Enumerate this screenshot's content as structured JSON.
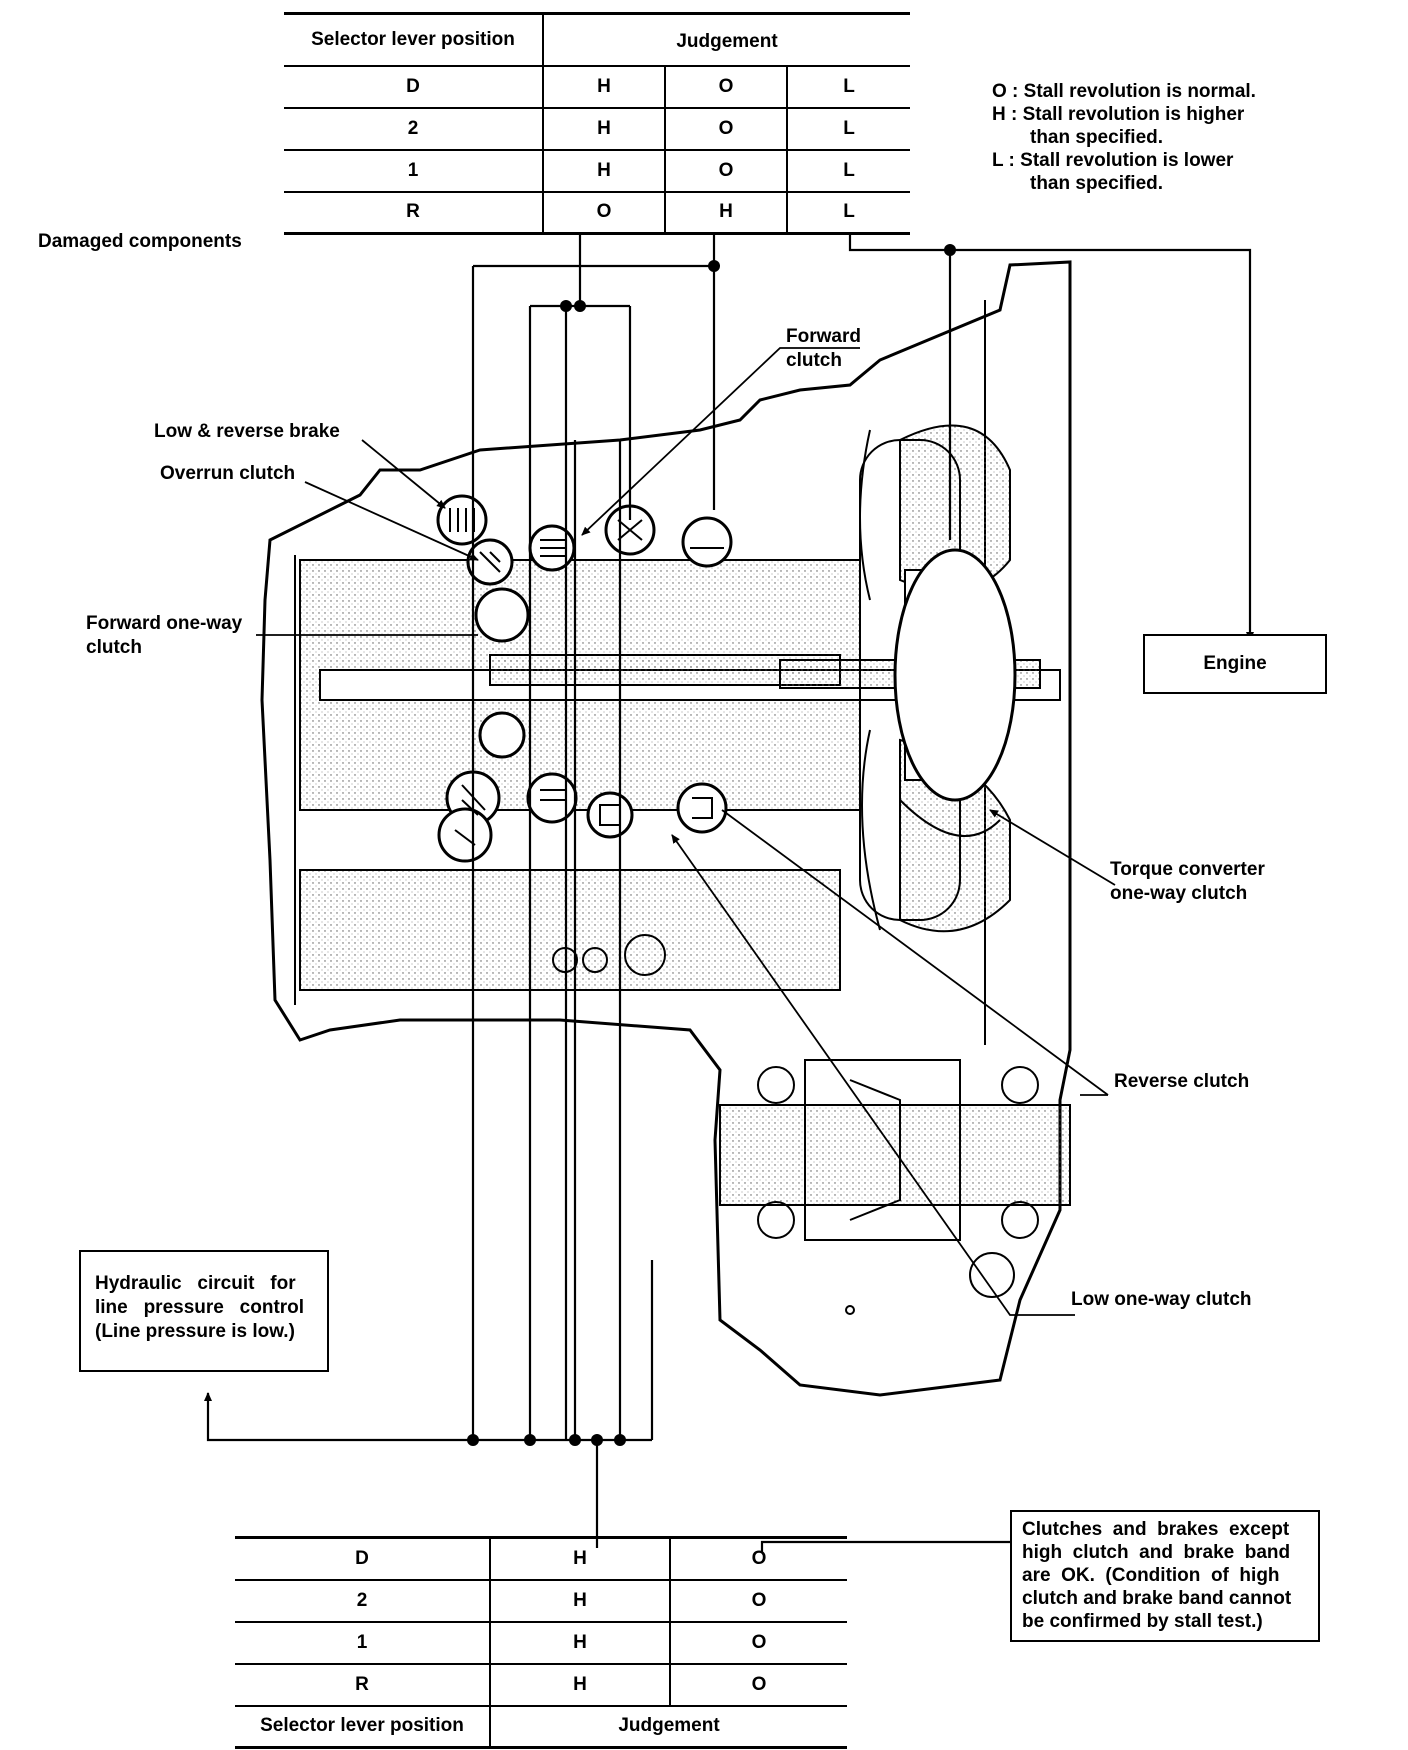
{
  "top_table": {
    "header_position": "Selector lever position",
    "header_judgement": "Judgement",
    "rows": [
      {
        "pos": "D",
        "c1": "H",
        "c2": "O",
        "c3": "L"
      },
      {
        "pos": "2",
        "c1": "H",
        "c2": "O",
        "c3": "L"
      },
      {
        "pos": "1",
        "c1": "H",
        "c2": "O",
        "c3": "L"
      },
      {
        "pos": "R",
        "c1": "O",
        "c2": "H",
        "c3": "L"
      }
    ]
  },
  "legend": {
    "o_key": "O :",
    "o_text": "Stall revolution is normal.",
    "h_key": "H :",
    "h_text_1": "Stall revolution is higher",
    "h_text_2": "than specified.",
    "l_key": "L :",
    "l_text_1": "Stall revolution is lower",
    "l_text_2": "than specified."
  },
  "labels": {
    "damaged_components": "Damaged components",
    "forward_clutch_1": "Forward",
    "forward_clutch_2": "clutch",
    "low_reverse_brake": "Low & reverse brake",
    "overrun_clutch": "Overrun clutch",
    "forward_one_way_1": "Forward one-way",
    "forward_one_way_2": "clutch",
    "torque_converter_1": "Torque converter",
    "torque_converter_2": "one-way clutch",
    "reverse_clutch": "Reverse clutch",
    "low_one_way_clutch": "Low one-way clutch",
    "engine": "Engine"
  },
  "hydraulic_box": {
    "line1": "Hydraulic   circuit   for",
    "line2": "line   pressure   control",
    "line3": "(Line pressure is low.)"
  },
  "ok_box": {
    "line1": "Clutches  and  brakes  except",
    "line2": "high  clutch  and  brake  band",
    "line3": "are  OK.  (Condition  of  high",
    "line4": "clutch and brake band cannot",
    "line5": "be confirmed by stall test.)"
  },
  "bottom_table": {
    "rows": [
      {
        "pos": "D",
        "c1": "H",
        "c2": "O"
      },
      {
        "pos": "2",
        "c1": "H",
        "c2": "O"
      },
      {
        "pos": "1",
        "c1": "H",
        "c2": "O"
      },
      {
        "pos": "R",
        "c1": "H",
        "c2": "O"
      }
    ],
    "footer_position": "Selector lever position",
    "footer_judgement": "Judgement"
  }
}
